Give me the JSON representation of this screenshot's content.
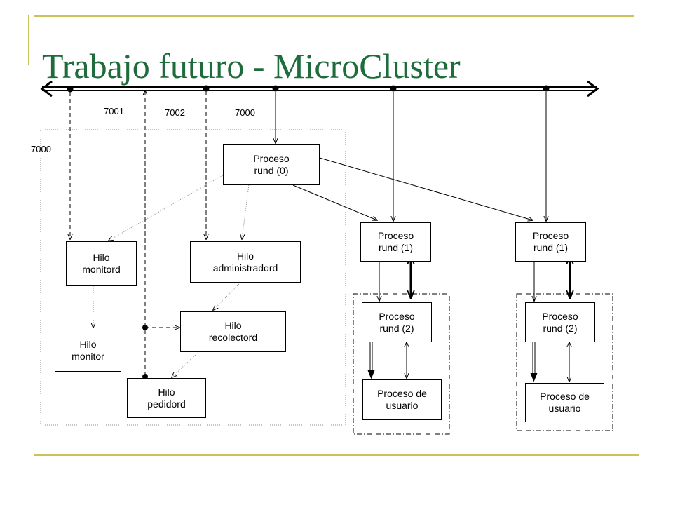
{
  "title": "Trabajo futuro - MicroCluster",
  "colors": {
    "title": "#1e6b3c",
    "rules": "#cdc15a"
  },
  "ports": {
    "p7001": "7001",
    "p7002": "7002",
    "p7000_top": "7000",
    "p7000_left": "7000"
  },
  "boxes": {
    "rund0": [
      "Proceso",
      "rund (0)"
    ],
    "monitord": [
      "Hilo",
      "monitord"
    ],
    "administradord": [
      "Hilo",
      "administradord"
    ],
    "monitor": [
      "Hilo",
      "monitor"
    ],
    "recolectord": [
      "Hilo",
      "recolectord"
    ],
    "pedidord": [
      "Hilo",
      "pedidord"
    ],
    "node1_rund1": [
      "Proceso",
      "rund (1)"
    ],
    "node1_rund2": [
      "Proceso",
      "rund (2)"
    ],
    "node1_usuario": [
      "Proceso de",
      "usuario"
    ],
    "node2_rund1": [
      "Proceso",
      "rund (1)"
    ],
    "node2_rund2": [
      "Proceso",
      "rund (2)"
    ],
    "node2_usuario": [
      "Proceso de",
      "usuario"
    ]
  }
}
